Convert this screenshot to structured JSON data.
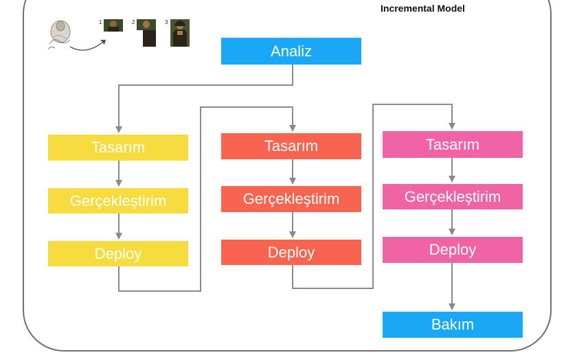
{
  "title": "Incremental Model",
  "colors": {
    "analiz": "#1aa7f5",
    "bakim": "#1aa7f5",
    "increment_1": "#f7dc3f",
    "increment_2": "#f96450",
    "increment_3": "#f064a6",
    "connector": "#8a8a8a"
  },
  "analiz": "Analiz",
  "bakim": "Bakım",
  "increments": [
    {
      "tasarim": "Tasarım",
      "gerceklestirim": "Gerçekleştirim",
      "deploy": "Deploy"
    },
    {
      "tasarim": "Tasarım",
      "gerceklestirim": "Gerçekleştirim",
      "deploy": "Deploy"
    },
    {
      "tasarim": "Tasarım",
      "gerceklestirim": "Gerçekleştirim",
      "deploy": "Deploy"
    }
  ],
  "illustration": {
    "steps": [
      "1",
      "2",
      "3"
    ],
    "icon": "mona-lisa-incremental-icon"
  }
}
